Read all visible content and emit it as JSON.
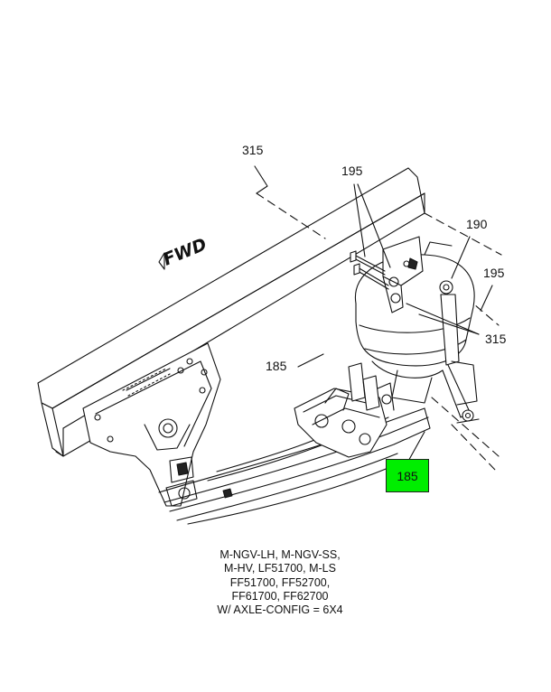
{
  "diagram": {
    "direction_label": "FWD",
    "callouts": [
      {
        "id": "frame-rail",
        "label": "315"
      },
      {
        "id": "bolts-upper",
        "label": "195"
      },
      {
        "id": "shock-absorber",
        "label": "190"
      },
      {
        "id": "bolt-lower",
        "label": "195"
      },
      {
        "id": "nuts",
        "label": "315"
      },
      {
        "id": "leaf-spring-upper",
        "label": "185"
      }
    ],
    "highlighted_callout": {
      "id": "leaf-spring-highlighted",
      "label": "185",
      "color": "#00ee00"
    },
    "applicability_lines": [
      "M-NGV-LH, M-NGV-SS,",
      "M-HV, LF51700, M-LS",
      "FF51700, FF52700,",
      "FF61700, FF62700",
      "W/ AXLE-CONFIG = 6X4"
    ]
  }
}
